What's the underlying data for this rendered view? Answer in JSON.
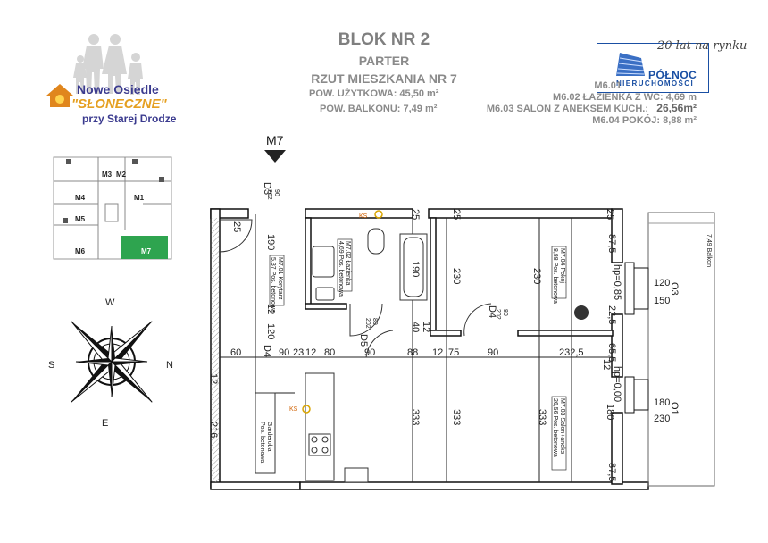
{
  "header": {
    "title": "BLOK NR 2",
    "floor": "PARTER",
    "apartment": "RZUT MIESZKANIA NR 7",
    "usable_area": "POW. UŻYTKOWA: 45,50 m²",
    "balcony_area": "POW. BALKONU: 7,49 m²"
  },
  "legend": {
    "l1": "M6.01",
    "l2": "M6.02 ŁAZIENKA Z WC: 4,69 m",
    "l3": "M6.03 SALON Z ANEKSEM KUCH.:",
    "l3_value": "26,56m²",
    "l4": "M6.04 POKÓJ: 8,88 m²"
  },
  "brand": {
    "years": "20 lat na rynku",
    "name": "PÓŁNOC",
    "sub": "NIERUCHOMOŚCI"
  },
  "logo": {
    "line1": "Nowe Osiedle",
    "line2": "\"SŁONECZNE\"",
    "line3": "przy Starej Drodze"
  },
  "key_plan": {
    "labels": [
      "M3",
      "M2",
      "M4",
      "M1",
      "M5",
      "M6",
      "M7"
    ],
    "highlight_color": "#2ea44f"
  },
  "compass": {
    "north": "N",
    "south": "S",
    "east": "E",
    "west": "W"
  },
  "plan": {
    "entry_marker": "M7",
    "door_tags": [
      "D3",
      "D4",
      "D5",
      "D4",
      "O3",
      "O1"
    ],
    "rooms": {
      "corridor": [
        "M7.01  Korytarz",
        "5,37  Pos. betonowa"
      ],
      "bathroom": [
        "M7.02  Łazienka",
        "4,69  Pos. betonowa"
      ],
      "room": [
        "M7.04  Pokój",
        "8,88  Pos. betonowa"
      ],
      "living": [
        "M7.03  Salon+aneks",
        "26,56  Pos. betonowa"
      ],
      "wardrobe": [
        "Garderoba",
        "Pos. betonowa"
      ],
      "balcony": "7,49  Balkon"
    },
    "dims_top": [
      "25",
      "25",
      "25",
      "25",
      "87,5"
    ],
    "dims_mid": [
      "60",
      "90",
      "23",
      "12",
      "80",
      "90",
      "88",
      "12",
      "75",
      "90",
      "232,5"
    ],
    "dims_misc": [
      "190",
      "230",
      "230",
      "12",
      "40",
      "12",
      "190",
      "120",
      "12",
      "216",
      "333",
      "333",
      "333",
      "180",
      "87,5",
      "22,5",
      "65,5",
      "12"
    ],
    "window_labels": [
      "120",
      "150",
      "180",
      "230"
    ],
    "hp_labels": [
      "hp=0,85",
      "hp=0,00"
    ],
    "door_sizes": [
      "90",
      "202",
      "80",
      "202",
      "80",
      "202"
    ],
    "ks_label": "KS"
  }
}
